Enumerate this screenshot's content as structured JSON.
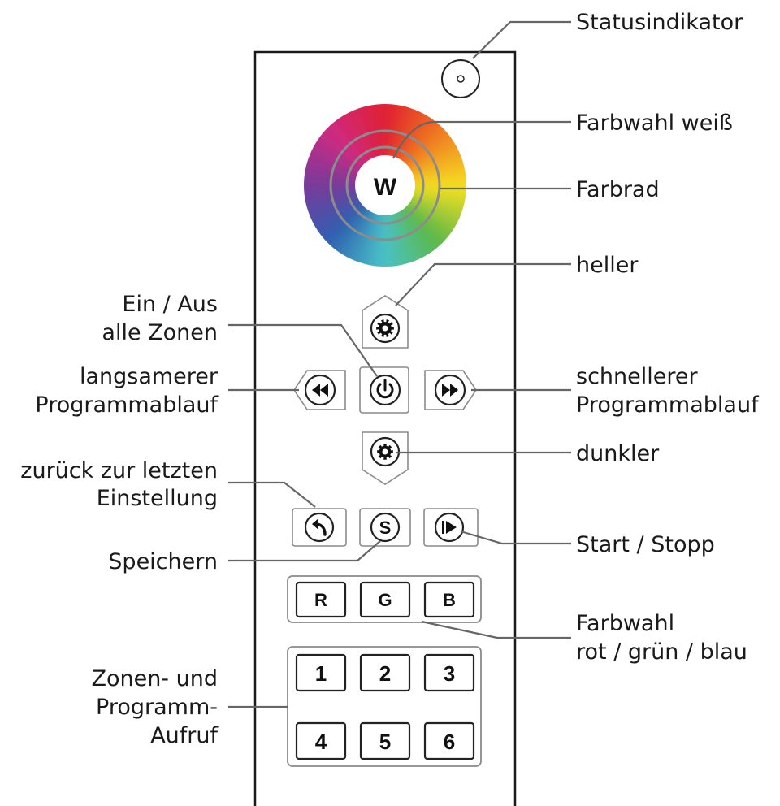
{
  "remote": {
    "white_button": "W",
    "save_button": "S",
    "color_buttons": [
      "R",
      "G",
      "B"
    ],
    "zone_buttons": [
      "1",
      "2",
      "3",
      "4",
      "5",
      "6"
    ]
  },
  "labels": {
    "status_indicator": "Statusindikator",
    "white_select": "Farbwahl weiß",
    "color_wheel": "Farbrad",
    "brighter": "heller",
    "power_line1": "Ein / Aus",
    "power_line2": "alle Zonen",
    "slower_line1": "langsamerer",
    "slower_line2": "Programmablauf",
    "faster_line1": "schnellerer",
    "faster_line2": "Programmablauf",
    "darker": "dunkler",
    "back_line1": "zurück zur letzten",
    "back_line2": "Einstellung",
    "save": "Speichern",
    "start_stop": "Start / Stopp",
    "rgb_line1": "Farbwahl",
    "rgb_line2": "rot / grün / blau",
    "zones_line1": "Zonen- und",
    "zones_line2": "Programm-",
    "zones_line3": "Aufruf"
  },
  "colors": {
    "remote_outline": "#1a1a1a",
    "leader_line": "#666666",
    "wheel_hues": [
      "#e02030",
      "#f07a20",
      "#f5e020",
      "#5cb848",
      "#49c2c8",
      "#2f5fb0",
      "#7a3a9a",
      "#d02a80"
    ]
  },
  "icons": [
    "status-led-icon",
    "brightness-up-icon",
    "power-icon",
    "rewind-icon",
    "fast-forward-icon",
    "brightness-down-icon",
    "undo-arrow-icon",
    "play-pause-icon"
  ]
}
